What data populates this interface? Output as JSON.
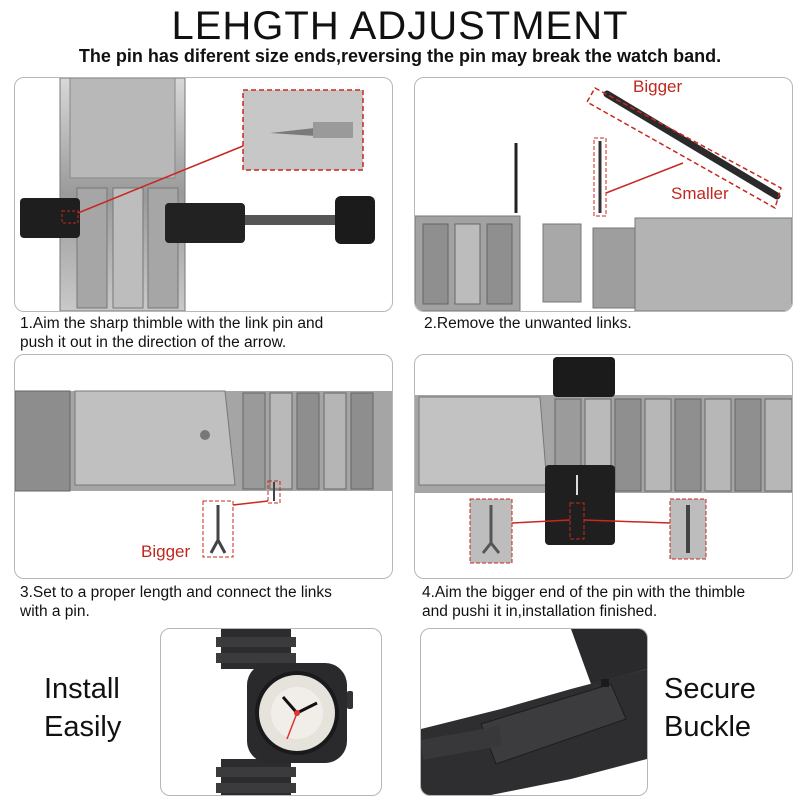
{
  "header": {
    "title": "LEHGTH ADJUSTMENT",
    "subtitle": "The pin has diferent size ends,reversing the pin may break the watch band."
  },
  "steps": [
    {
      "caption_line1": "1.Aim the sharp thimble with the link pin and",
      "caption_line2": "push it out in the direction of the arrow."
    },
    {
      "caption_line1": "2.Remove the unwanted links.",
      "caption_line2": ""
    },
    {
      "caption_line1": "3.Set to a proper length and connect the links",
      "caption_line2": "with a pin."
    },
    {
      "caption_line1": "4.Aim the bigger end of the pin with the thimble",
      "caption_line2": "and pushi it in,installation finished."
    }
  ],
  "callouts": {
    "bigger": "Bigger",
    "smaller": "Smaller",
    "bigger_step3": "Bigger"
  },
  "features": {
    "install_line1": "Install",
    "install_line2": "Easily",
    "secure_line1": "Secure",
    "secure_line2": "Buckle"
  },
  "colors": {
    "accent_red": "#c8281e",
    "steel": "#a9a9a9",
    "dark_steel": "#3b3b3d",
    "border": "#b7b7b7"
  }
}
